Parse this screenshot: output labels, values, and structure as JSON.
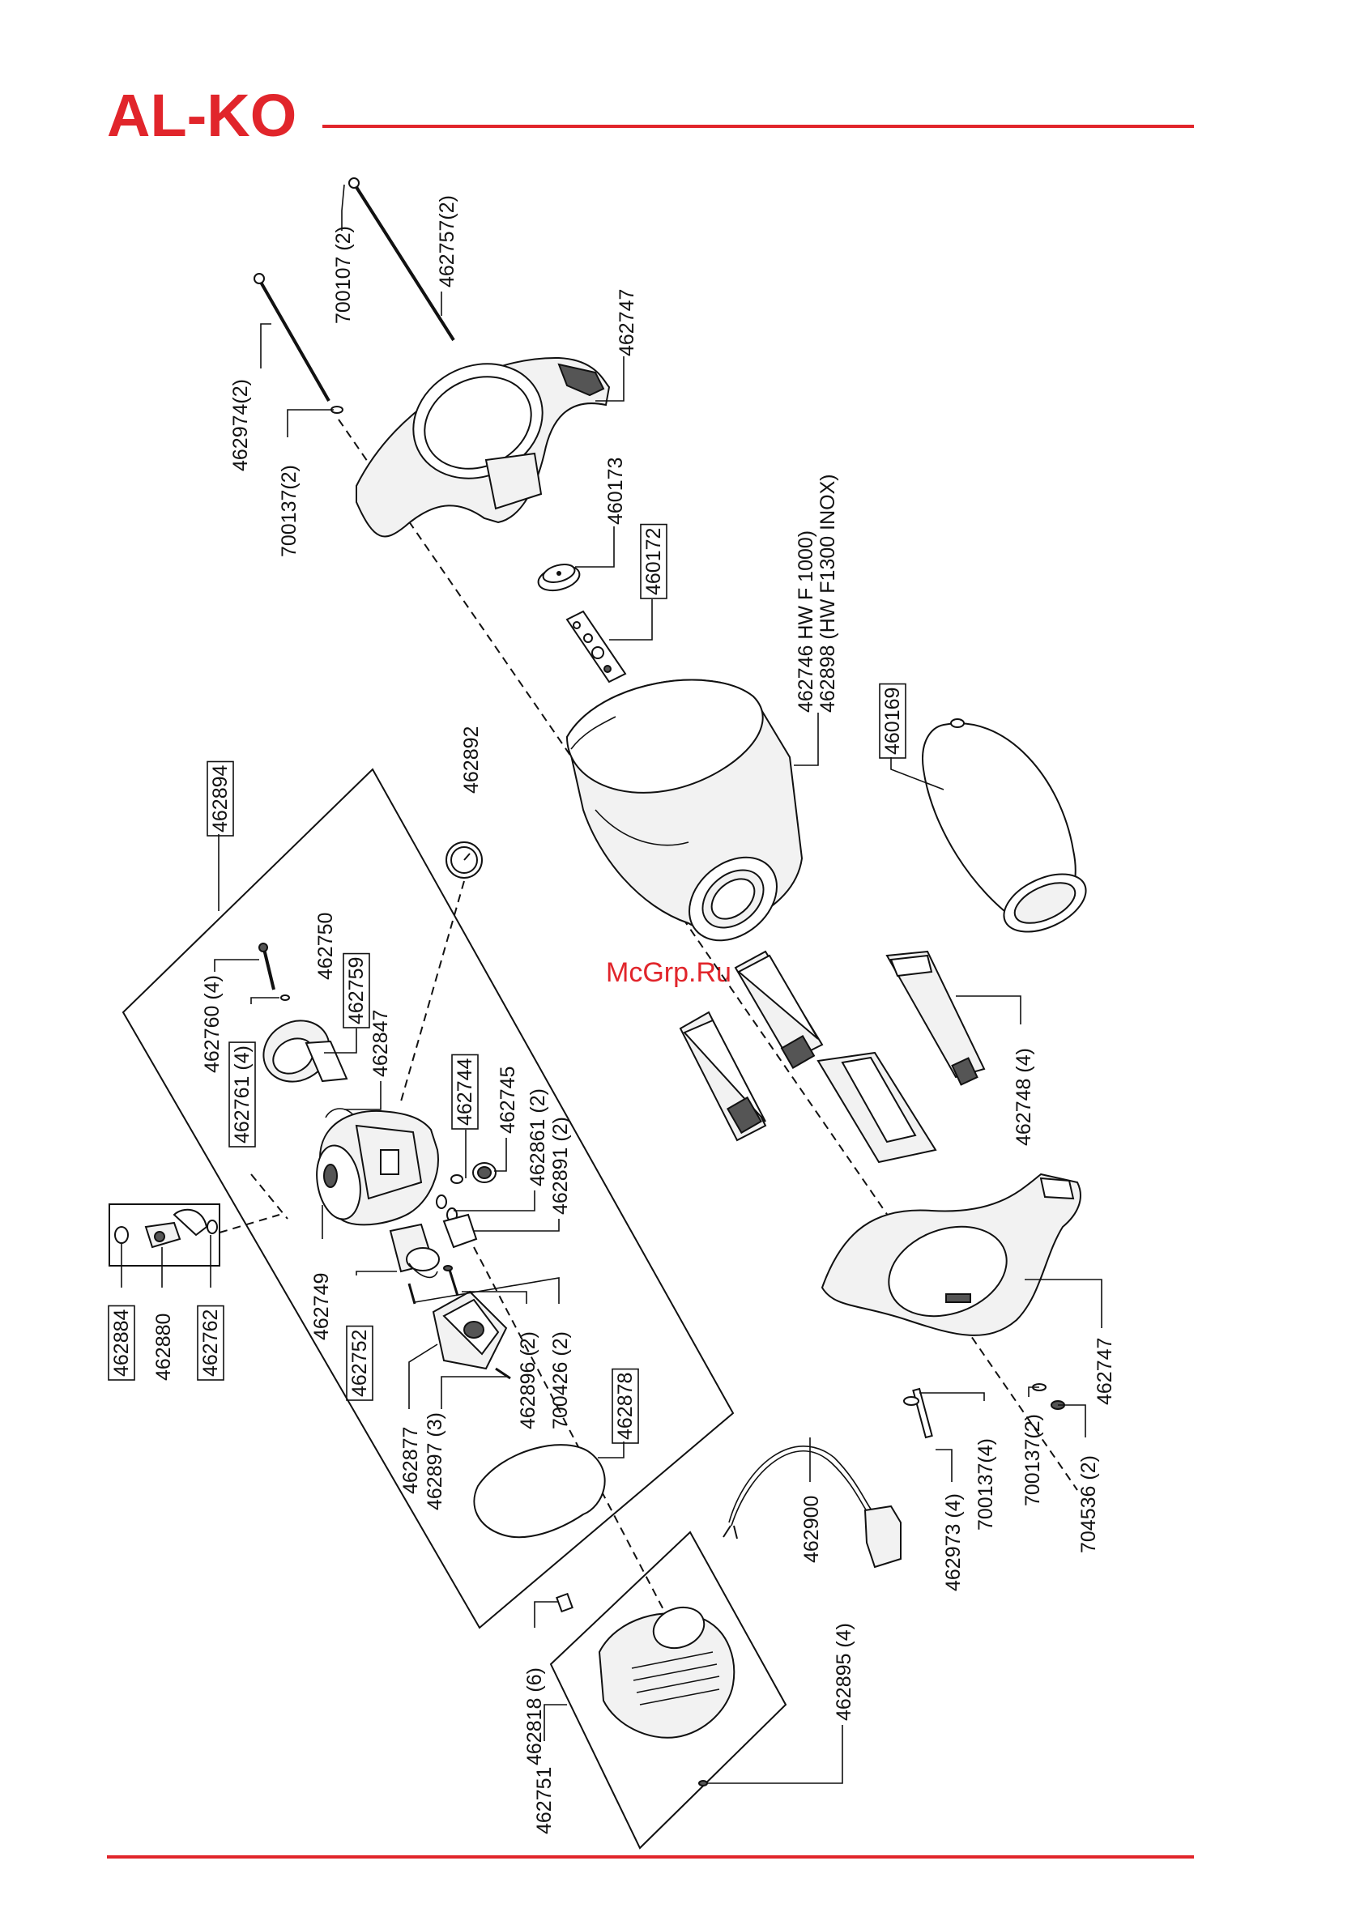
{
  "brand": {
    "logo_text": "AL-KO",
    "color": "#e1252b"
  },
  "watermark": "McGrp.Ru",
  "labels": [
    {
      "id": "l700107",
      "text": "700107 (2)",
      "boxed": false
    },
    {
      "id": "l462757",
      "text": "462757(2)",
      "boxed": false
    },
    {
      "id": "l462974",
      "text": "462974(2)",
      "boxed": false
    },
    {
      "id": "l700137a",
      "text": "700137(2)",
      "boxed": false
    },
    {
      "id": "l462747a",
      "text": "462747",
      "boxed": false
    },
    {
      "id": "l460173",
      "text": "460173",
      "boxed": false
    },
    {
      "id": "l460172",
      "text": "460172",
      "boxed": true
    },
    {
      "id": "l462746",
      "text": "462746 HW F 1000)",
      "boxed": false
    },
    {
      "id": "l462898",
      "text": "462898 (HW F1300 INOX)",
      "boxed": false
    },
    {
      "id": "l460169",
      "text": "460169",
      "boxed": true
    },
    {
      "id": "l462894",
      "text": "462894",
      "boxed": true
    },
    {
      "id": "l462892",
      "text": "462892",
      "boxed": false
    },
    {
      "id": "l462760",
      "text": "462760 (4)",
      "boxed": false
    },
    {
      "id": "l462761",
      "text": "462761 (4)",
      "boxed": true
    },
    {
      "id": "l462750",
      "text": "462750",
      "boxed": false
    },
    {
      "id": "l462759",
      "text": "462759",
      "boxed": true
    },
    {
      "id": "l462847",
      "text": "462847",
      "boxed": false
    },
    {
      "id": "l462744",
      "text": "462744",
      "boxed": true
    },
    {
      "id": "l462745",
      "text": "462745",
      "boxed": false
    },
    {
      "id": "l462861",
      "text": "462861 (2)",
      "boxed": false
    },
    {
      "id": "l462891",
      "text": "462891 (2)",
      "boxed": false
    },
    {
      "id": "l462748",
      "text": "462748 (4)",
      "boxed": false
    },
    {
      "id": "l462749",
      "text": "462749",
      "boxed": false
    },
    {
      "id": "l462752",
      "text": "462752",
      "boxed": true
    },
    {
      "id": "l462896",
      "text": "462896 (2)",
      "boxed": false
    },
    {
      "id": "l700426",
      "text": "700426 (2)",
      "boxed": false
    },
    {
      "id": "l462877",
      "text": "462877",
      "boxed": false
    },
    {
      "id": "l462897",
      "text": "462897 (3)",
      "boxed": false
    },
    {
      "id": "l462878",
      "text": "462878",
      "boxed": true
    },
    {
      "id": "l462884",
      "text": "462884",
      "boxed": true
    },
    {
      "id": "l462880",
      "text": "462880",
      "boxed": false
    },
    {
      "id": "l462762",
      "text": "462762",
      "boxed": true
    },
    {
      "id": "l462747b",
      "text": "462747",
      "boxed": false
    },
    {
      "id": "l700137b",
      "text": "700137(2)",
      "boxed": false
    },
    {
      "id": "l704536",
      "text": "704536 (2)",
      "boxed": false
    },
    {
      "id": "l700137c",
      "text": "700137(4)",
      "boxed": false
    },
    {
      "id": "l462973",
      "text": "462973 (4)",
      "boxed": false
    },
    {
      "id": "l462900",
      "text": "462900",
      "boxed": false
    },
    {
      "id": "l462818",
      "text": "462818 (6)",
      "boxed": false
    },
    {
      "id": "l462751",
      "text": "462751",
      "boxed": false
    },
    {
      "id": "l462895",
      "text": "462895 (4)",
      "boxed": false
    }
  ]
}
